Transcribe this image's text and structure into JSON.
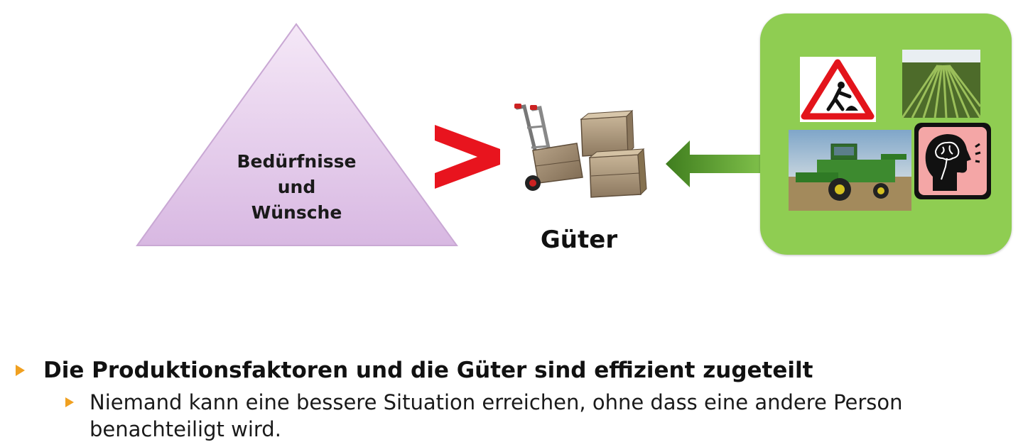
{
  "pyramid": {
    "line1": "Bedürfnisse",
    "line2": "und",
    "line3": "Wünsche",
    "fill_top": "#f5e8f7",
    "fill_bottom": "#d8b8e2"
  },
  "comparison": {
    "symbol_color": "#e8141e"
  },
  "goods": {
    "label": "Güter"
  },
  "arrow": {
    "color": "#6aa830"
  },
  "factors": {
    "panel_color": "#8fcd52",
    "tiles": [
      {
        "name": "labor",
        "icon": "road-works-sign-icon"
      },
      {
        "name": "land",
        "icon": "field-rows-icon"
      },
      {
        "name": "capital",
        "icon": "combine-harvester-icon"
      },
      {
        "name": "knowledge",
        "icon": "head-brain-icon"
      }
    ]
  },
  "bullets": [
    {
      "level": 1,
      "text": "Die Produktionsfaktoren und die Güter sind effizient zugeteilt"
    },
    {
      "level": 2,
      "text": "Niemand kann eine bessere Situation erreichen, ohne dass eine andere Person benachteiligt wird."
    }
  ],
  "colors": {
    "bullet_marker": "#f0a020"
  }
}
